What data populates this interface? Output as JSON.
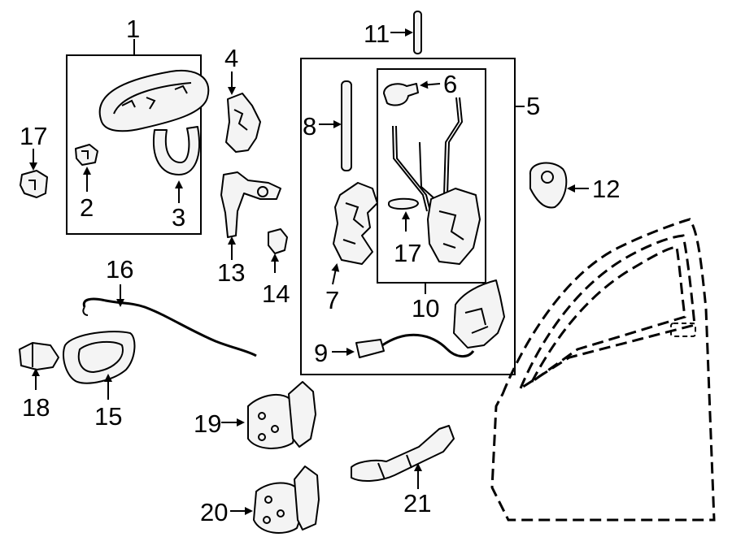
{
  "callouts": {
    "c1": "1",
    "c2": "2",
    "c3": "3",
    "c4": "4",
    "c5": "5",
    "c6": "6",
    "c7": "7",
    "c8": "8",
    "c9": "9",
    "c10": "10",
    "c11": "11",
    "c12": "12",
    "c13": "13",
    "c14": "14",
    "c15": "15",
    "c16": "16",
    "c17a": "17",
    "c17b": "17",
    "c18": "18",
    "c19": "19",
    "c20": "20",
    "c21": "21"
  }
}
